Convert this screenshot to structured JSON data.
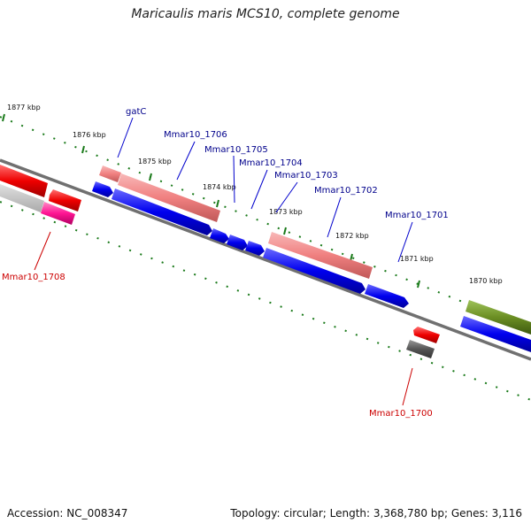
{
  "title": "Maricaulis maris MCS10, complete genome",
  "footer": {
    "accession": "Accession: NC_008347",
    "summary": "Topology: circular; Length: 3,368,780 bp; Genes: 3,116"
  },
  "kbp_labels": [
    "1877 kbp",
    "1876 kbp",
    "1875 kbp",
    "1874 kbp",
    "1873 kbp",
    "1872 kbp",
    "1871 kbp",
    "1870 kbp"
  ],
  "gene_labels": {
    "gatC": "gatC",
    "m1706": "Mmar10_1706",
    "m1705": "Mmar10_1705",
    "m1704": "Mmar10_1704",
    "m1703": "Mmar10_1703",
    "m1702": "Mmar10_1702",
    "m1701": "Mmar10_1701",
    "m1708": "Mmar10_1708",
    "m1700": "Mmar10_1700"
  },
  "colors": {
    "cds_forward": "#0000ee",
    "feature_pink": "#f08080",
    "rna_red": "#ee0000",
    "magenta": "#ff1493",
    "gray_feature": "#555555",
    "olive": "#6b8e23",
    "tick_green": "#1a7a1a",
    "label_blue": "#00008b",
    "label_red": "#cc0000"
  }
}
